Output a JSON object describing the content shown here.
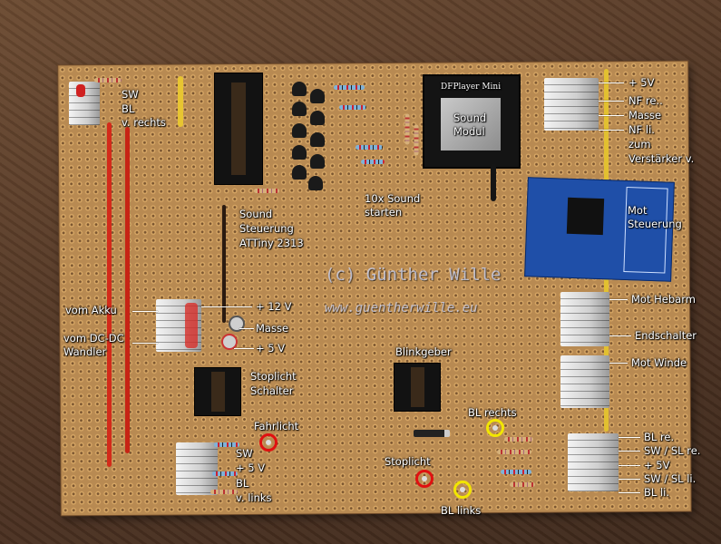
{
  "labels": {
    "sw_bl_top": [
      "SW",
      "BL",
      "v. rechts"
    ],
    "plus5v_top": "+ 5V",
    "nf_re": "NF re..",
    "masse_top": "Masse",
    "nf_li": "NF li.",
    "zum": "zum",
    "verstaerker": "Verstärker v.",
    "sound_modul": [
      "Sound",
      "Modul"
    ],
    "dfplayer": "DFPlayer Mini",
    "sound_steuerung": [
      "Sound",
      "Steuerung",
      "ATTiny 2313"
    ],
    "sound_starten": [
      "10x Sound",
      "starten"
    ],
    "mot_steuerung": [
      "Mot",
      "Steuerung"
    ],
    "vom_akku": "vom Akku",
    "vom_dcdc": [
      "vom DC-DC",
      "Wandler"
    ],
    "plus12v": "+ 12 V",
    "masse_mid": "Masse",
    "plus5v_mid": "+ 5 V",
    "mot_hebarm": "Mot Hebarm",
    "endschalter": "Endschalter",
    "mot_winde": "Mot Winde",
    "blinkgeber": "Blinkgeber",
    "stoplicht_schalter": [
      "Stoplicht",
      "Schalter"
    ],
    "fahrlicht": "Fahrlicht",
    "sw_bottom": "SW",
    "plus5v_bottom": "+ 5 V",
    "bl_vlinks": [
      "BL",
      "v. links"
    ],
    "bl_rechts": "BL rechts",
    "stoplicht": "Stoplicht",
    "bl_links": "BL links",
    "right_bottom": [
      "BL re.",
      "SW / SL re.",
      "+ 5V",
      "SW / SL li.",
      "BL li."
    ]
  },
  "watermark": {
    "name": "(c) Günther Wille",
    "url": "www.guentherwille.eu"
  },
  "colors": {
    "board": "#b88a52",
    "ring_red": "#e01010",
    "ring_yellow": "#f2e600",
    "module_blue": "#1f4fa8"
  }
}
